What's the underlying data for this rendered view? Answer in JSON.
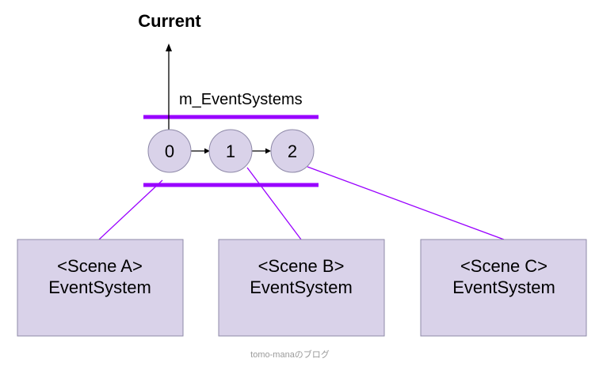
{
  "title": "Current",
  "list_label": "m_EventSystems",
  "nodes": [
    {
      "label": "0"
    },
    {
      "label": "1"
    },
    {
      "label": "2"
    }
  ],
  "scenes": [
    {
      "line1": "<Scene A>",
      "line2": "EventSystem"
    },
    {
      "line1": "<Scene B>",
      "line2": "EventSystem"
    },
    {
      "line1": "<Scene C>",
      "line2": "EventSystem"
    }
  ],
  "watermark": "tomo-manaのブログ",
  "colors": {
    "node_fill": "#d9d2e9",
    "node_stroke": "#8e89a8",
    "box_fill": "#d9d2e9",
    "box_stroke": "#8e89a8",
    "accent": "#9900ff",
    "arrow": "#000000"
  }
}
